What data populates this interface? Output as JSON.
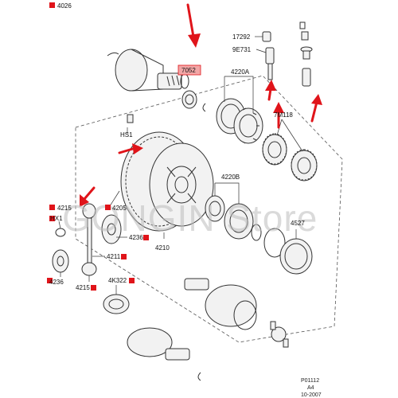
{
  "callouts": {
    "c4026": "4026",
    "c7052": "7052",
    "c17292": "17292",
    "c9E731": "9E731",
    "c4220A": "4220A",
    "c7M118": "7M118",
    "cHS1": "HS1",
    "c4220B": "4220B",
    "c4215a": "4215",
    "c4205": "4205",
    "cHX1": "HX1",
    "c4236a": "4236",
    "c4210": "4210",
    "c4527": "4527",
    "c4211": "4211",
    "c4236b": "4236",
    "c4215b": "4215",
    "c4K322": "4K322"
  },
  "watermark": "GONGIN Store",
  "footer": {
    "ref": "P01112",
    "size": "A4",
    "date": "10-2007"
  },
  "colors": {
    "highlight": "#e0141a",
    "line": "#333333",
    "watermark": "#bdbdbd"
  }
}
